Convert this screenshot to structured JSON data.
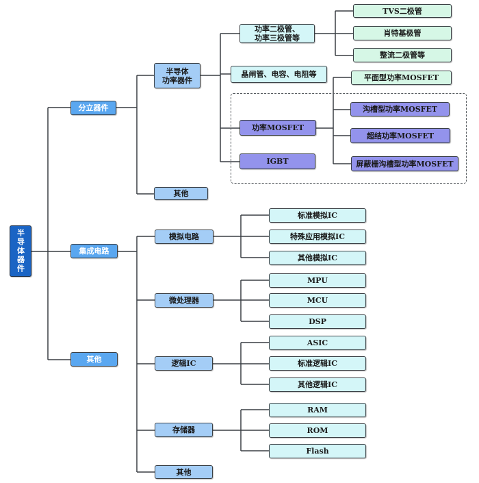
{
  "diagram": {
    "type": "tree",
    "root": {
      "label": "半导体器件"
    },
    "colors": {
      "root_fill": "#1a64c4",
      "level1_fill": "#5aa7f0",
      "level2_fill": "#a4cdf6",
      "leaf_cyan_fill": "#d4f6f8",
      "leaf_mint_fill": "#d6f7e6",
      "highlight_violet_fill": "#9393ec",
      "connector": "#3a3f44"
    },
    "level1": {
      "discrete": "分立器件",
      "ic": "集成电路",
      "other": "其他"
    },
    "discrete": {
      "power_devices": "半导体\n功率器件",
      "other": "其他",
      "power_devices_children": {
        "diodes_triodes": "功率二极管、\n功率三极管等",
        "thyristor": "晶闸管、电容、电阻等",
        "mosfet": "功率MOSFET",
        "igbt": "IGBT"
      },
      "diode_types": [
        "TVS二极管",
        "肖特基极管",
        "整流二极管等"
      ],
      "mosfet_types": [
        "平面型功率MOSFET",
        "沟槽型功率MOSFET",
        "超结功率MOSFET",
        "屏蔽栅沟槽型功率MOSFET"
      ]
    },
    "ic": {
      "categories": [
        {
          "label": "模拟电路",
          "children": [
            "标准模拟IC",
            "特殊应用模拟IC",
            "其他模拟IC"
          ]
        },
        {
          "label": "微处理器",
          "children": [
            "MPU",
            "MCU",
            "DSP"
          ]
        },
        {
          "label": "逻辑IC",
          "children": [
            "ASIC",
            "标准逻辑IC",
            "其他逻辑IC"
          ]
        },
        {
          "label": "存储器",
          "children": [
            "RAM",
            "ROM",
            "Flash"
          ]
        },
        {
          "label": "其他",
          "children": []
        }
      ]
    }
  }
}
